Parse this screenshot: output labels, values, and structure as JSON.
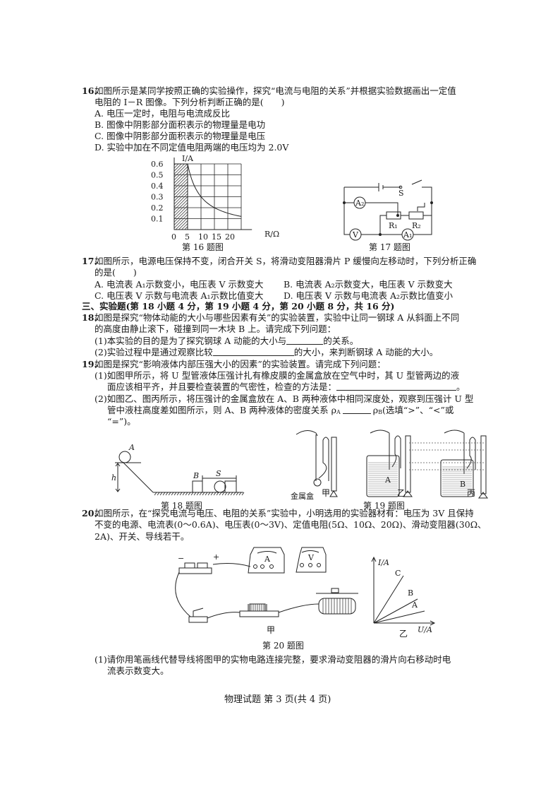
{
  "q16": {
    "number": "16.",
    "lines": [
      "如图所示是某同学按照正确的实验操作，探究“电流与电阻的关系”并根据实验数据画出一定值",
      "电阻的 I－R 图像。下列分析判断正确的是(　　)"
    ],
    "options": [
      "A. 电压一定时，电阻与电流成反比",
      "B. 图像中阴影部分面积表示的物理量是电功",
      "C. 图像中阴影部分面积表示的物理量是电压",
      "D. 实验中加在不同定值电阻两端的电压均为 2.0V"
    ],
    "figure": {
      "y_label": "I/A",
      "x_label": "R/Ω",
      "y_ticks": [
        "0.6",
        "0.5",
        "0.4",
        "0.3",
        "0.2",
        "0.1"
      ],
      "x_ticks": [
        "0",
        "5",
        "10",
        "15",
        "20"
      ],
      "caption": "第 16 题图"
    }
  },
  "q17": {
    "number": "17.",
    "lines": [
      "如图所示，电源电压保持不变，闭合开关 S，将滑动变阻器滑片 P 缓慢向左移动时，下列分析正确",
      "的是(　　)"
    ],
    "options": [
      "A. 电流表 A₁示数变小，电压表 V 示数变大",
      "B. 电流表 A₂示数变大，电压表 V 示数变大",
      "C. 电压表 V 示数与电流表 A₁示数比值变大",
      "D. 电压表 V 示数与电流表 A₂示数比值变小"
    ],
    "figure": {
      "labels": [
        "S",
        "A₂",
        "R₁",
        "R₂",
        "V",
        "A₁"
      ],
      "caption": "第 17 题图"
    }
  },
  "section3": "三、实验题(第 18 小题 4 分，第 19 小题 4 分，第 20 小题 8 分，共 16 分)",
  "q18": {
    "number": "18.",
    "lines": [
      "如图是探究“物体动能的大小与哪些因素有关”的实验装置，实验中让同一钢球 A 从斜面上不同",
      "的高度由静止滚下，碰撞到同一木块 B 上。请完成下列问题："
    ],
    "sub1_a": "(1)本实验的目的是为了探究钢球 A 动能的大小与",
    "sub1_b": "的关系。",
    "sub2_a": "(2)实验过程中是通过观察比较",
    "sub2_b": "的大小，来判断钢球 A 动能的大小。",
    "figure": {
      "labels": [
        "A",
        "h",
        "B",
        "S"
      ],
      "caption": "第 18 题图"
    }
  },
  "q19": {
    "number": "19.",
    "line": "如图是探究“影响液体内部压强大小的因素”的实验装置。请完成下列问题：",
    "sub1": [
      "(1)如图甲所示，将 U 型管液体压强计扎有橡皮膜的金属盒放在空气中时，其 U 型管两边的液",
      "面应该相平齐，并且要检查装置的气密性，检查的方法是："
    ],
    "sub1_end": "。",
    "sub2": [
      "(2)如图乙、图丙所示，将压强计的金属盒放在 A、B 两种液体中相同深度处，观察到压强计 U 型",
      "管中液柱高度差如图所示，则 A、B 两种液体的密度关系 ρ"
    ],
    "rho_a": "A",
    "rho_b": "ρ",
    "rho_b_sub": "B",
    "sub2_tail": "(选填“>”、“<”或",
    "sub2_last": "“=”)。",
    "figure": {
      "box_label": "金属盒",
      "liquid_a": "A",
      "liquid_b": "B",
      "panels": [
        "甲",
        "乙",
        "丙"
      ],
      "caption": "第 19 题图"
    }
  },
  "q20": {
    "number": "20.",
    "lines": [
      "如图所示，在“探究电流与电压、电阻的关系”实验中，小明选用的实验器材有：电压为 3V 且保持",
      "不变的电源、电流表(0～0.6A)、电压表(0～3V)、定值电阻(5Ω、10Ω、20Ω)、滑动变阻器(30Ω、",
      "2A)、开关、导线若干。"
    ],
    "figure": {
      "battery_minus": "−",
      "battery_plus": "+",
      "ammeter": "A",
      "voltmeter": "V",
      "graph_y": "I/A",
      "graph_x": "U/A",
      "lines": [
        "C",
        "B",
        "A"
      ],
      "panels": [
        "甲",
        "乙"
      ],
      "caption": "第 20 题图"
    },
    "sub1": [
      "(1)请你用笔画线代替导线将图甲的实物电路连接完整，要求滑动变阻器的滑片向右移动时电",
      "流表示数变大。"
    ]
  },
  "footer": "物理试题  第 3 页(共 4 页)"
}
